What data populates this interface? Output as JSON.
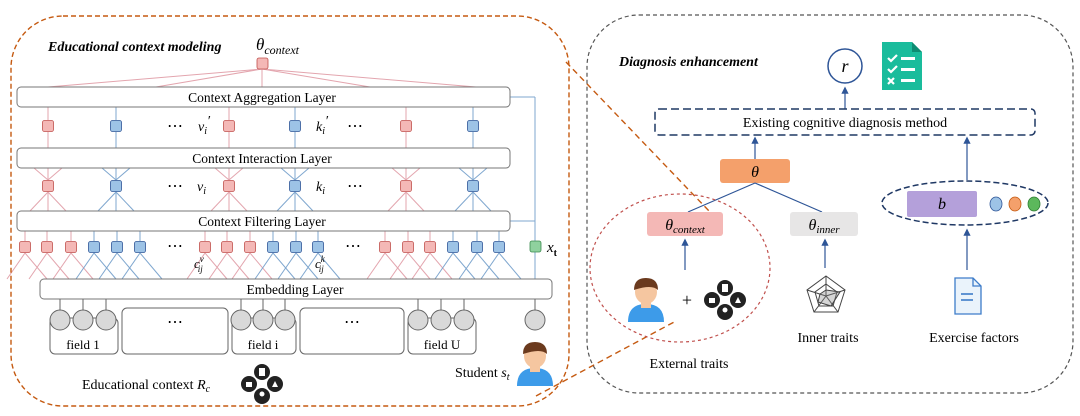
{
  "left_panel": {
    "title": "Educational context modeling",
    "theta_context": "θ",
    "theta_context_sub": "context",
    "aggregation_label": "Context Aggregation Layer",
    "interaction_label": "Context Interaction Layer",
    "filtering_label": "Context Filtering Layer",
    "embedding_label": "Embedding Layer",
    "ellipsis": "⋯",
    "vi_prime": "v",
    "vi_prime_sub": "i",
    "ki_prime": "k",
    "ki_prime_sub": "i",
    "prime": "′",
    "vi": "v",
    "vi_sub": "i",
    "ki": "k",
    "ki_sub": "i",
    "cij_v": "c",
    "cij_v_sup": "v",
    "cij_v_sub": "ij",
    "cij_k": "c",
    "cij_k_sup": "k",
    "cij_k_sub": "ij",
    "xt": "x",
    "xt_sub": "t",
    "field_1": "field 1",
    "field_i": "field i",
    "field_u": "field U",
    "edu_context": "Educational context ",
    "edu_context_R": "R",
    "edu_context_R_sub": "c",
    "student": "Student ",
    "student_s": "s",
    "student_s_sub": "t"
  },
  "right_panel": {
    "title": "Diagnosis enhancement",
    "r_label": "r",
    "existing_method": "Existing cognitive diagnosis method",
    "theta": "θ",
    "theta_context": "θ",
    "theta_context_sub": "context",
    "theta_inner": "θ",
    "theta_inner_sub": "inner",
    "b_label": "b",
    "plus": "+",
    "external_traits": "External traits",
    "inner_traits": "Inner traits",
    "exercise_factors": "Exercise factors"
  },
  "colors": {
    "pink": "#F4B8B6",
    "pink_stroke": "#C0504D",
    "blue": "#9DC3E6",
    "blue_stroke": "#2E5597",
    "orange_dash": "#C55A11",
    "orange_box": "#F4A06B",
    "purple_box": "#B4A0DA",
    "teal_icon": "#1ABC9C",
    "green_node": "#8FD19E"
  }
}
